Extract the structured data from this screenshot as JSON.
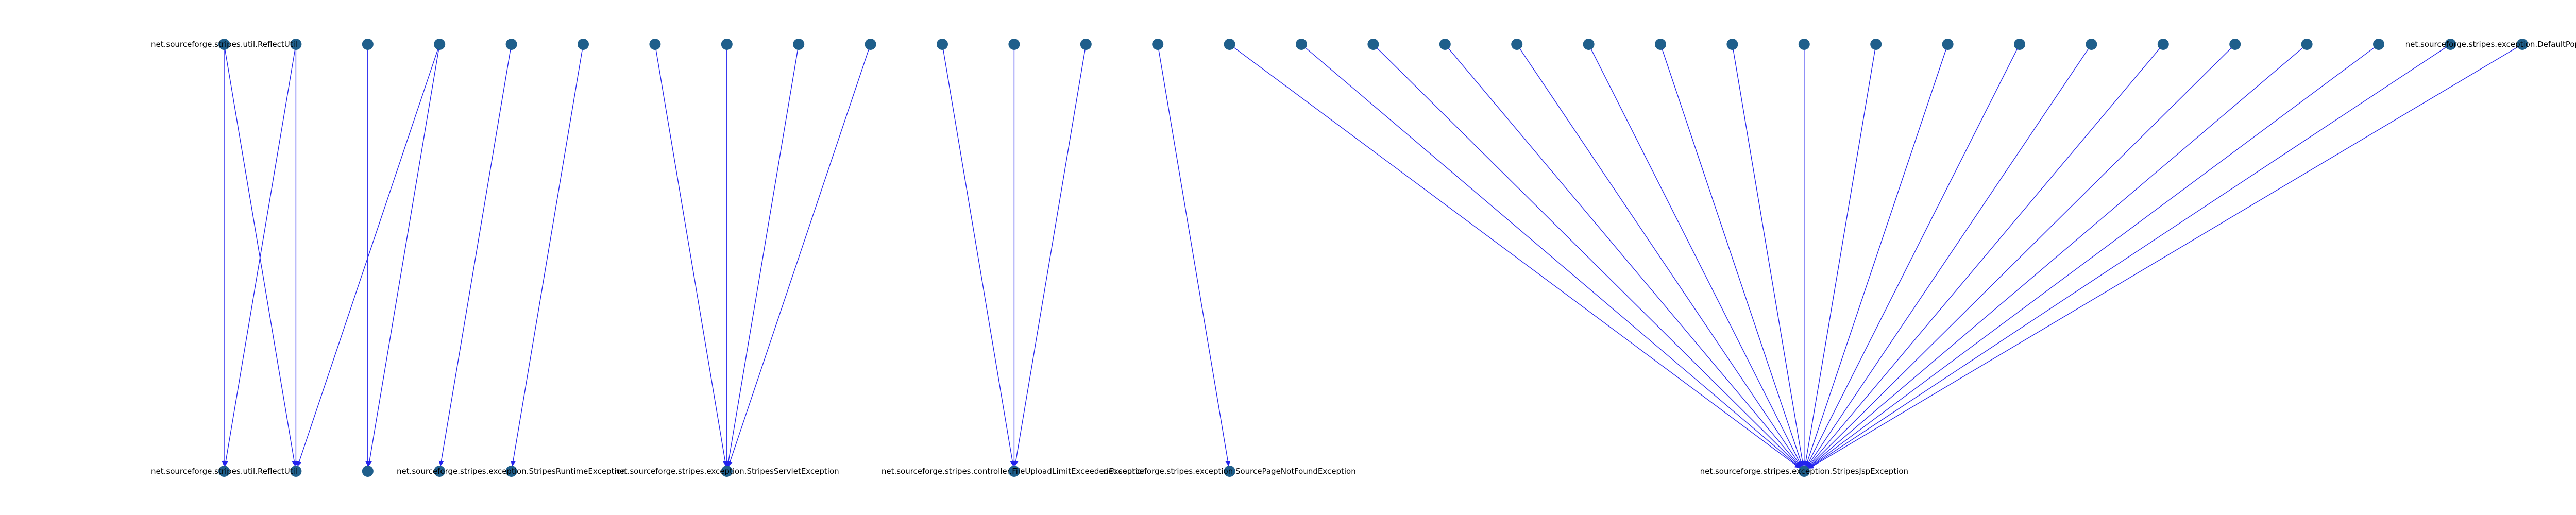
{
  "chart_data": {
    "type": "network",
    "directed": true,
    "colors": {
      "node": "#1f5f8b",
      "edge": "#2222ee",
      "label": "#000000"
    },
    "labels_visible": [
      "net.sourceforge.stripes.util.ReflectUtil",
      "net.sourceforge.stripes.exception.DefaultPopulationStrategy",
      "net.sourceforge.stripes.exception.StripesRuntimeException",
      "net.sourceforge.stripes.exception.StripesServletException",
      "net.sourceforge.stripes.controller.FileUploadLimitExceededException",
      "net.sourceforge.stripes.exception.SourcePageNotFoundException",
      "net.sourceforge.stripes.exception.StripesJspException"
    ],
    "nodes": [
      {
        "id": "s1",
        "layer": 0,
        "slot": 0
      },
      {
        "id": "s2",
        "layer": 0,
        "slot": 1
      },
      {
        "id": "s3",
        "layer": 0,
        "slot": 2
      },
      {
        "id": "s4",
        "layer": 0,
        "slot": 3
      },
      {
        "id": "s5",
        "layer": 0,
        "slot": 4
      },
      {
        "id": "s6",
        "layer": 0,
        "slot": 5
      },
      {
        "id": "s7",
        "layer": 0,
        "slot": 6
      },
      {
        "id": "s8",
        "layer": 0,
        "slot": 7
      },
      {
        "id": "s9",
        "layer": 0,
        "slot": 8
      },
      {
        "id": "s10",
        "layer": 0,
        "slot": 9
      },
      {
        "id": "s11",
        "layer": 0,
        "slot": 10
      },
      {
        "id": "s12",
        "layer": 0,
        "slot": 11
      },
      {
        "id": "s13",
        "layer": 0,
        "slot": 12
      },
      {
        "id": "s14",
        "layer": 0,
        "slot": 13
      },
      {
        "id": "s15",
        "layer": 0,
        "slot": 14
      },
      {
        "id": "s16",
        "layer": 0,
        "slot": 15
      },
      {
        "id": "s17",
        "layer": 0,
        "slot": 16
      },
      {
        "id": "s18",
        "layer": 0,
        "slot": 17
      },
      {
        "id": "s19",
        "layer": 0,
        "slot": 18
      },
      {
        "id": "s20",
        "layer": 0,
        "slot": 19
      },
      {
        "id": "s21",
        "layer": 0,
        "slot": 20
      },
      {
        "id": "s22",
        "layer": 0,
        "slot": 21
      },
      {
        "id": "s23",
        "layer": 0,
        "slot": 22
      },
      {
        "id": "s24",
        "layer": 0,
        "slot": 23
      },
      {
        "id": "s25",
        "layer": 0,
        "slot": 24
      },
      {
        "id": "s26",
        "layer": 0,
        "slot": 25
      },
      {
        "id": "s27",
        "layer": 0,
        "slot": 26
      },
      {
        "id": "s28",
        "layer": 0,
        "slot": 27
      },
      {
        "id": "s29",
        "layer": 0,
        "slot": 28
      },
      {
        "id": "s30",
        "layer": 0,
        "slot": 29
      },
      {
        "id": "s31",
        "layer": 0,
        "slot": 30
      },
      {
        "id": "s32",
        "layer": 0,
        "slot": 31
      },
      {
        "id": "s33",
        "layer": 0,
        "slot": 32
      },
      {
        "id": "t1",
        "layer": 1,
        "slot": 0
      },
      {
        "id": "t2",
        "layer": 1,
        "slot": 1
      },
      {
        "id": "t3",
        "layer": 1,
        "slot": 2
      },
      {
        "id": "t4",
        "layer": 1,
        "slot": 3
      },
      {
        "id": "t5",
        "layer": 1,
        "slot": 4
      },
      {
        "id": "t6",
        "layer": 1,
        "slot": 7
      },
      {
        "id": "t7",
        "layer": 1,
        "slot": 11
      },
      {
        "id": "t8",
        "layer": 1,
        "slot": 14
      },
      {
        "id": "t9",
        "layer": 1,
        "slot": 22
      }
    ],
    "edges": [
      [
        "s1",
        "t1"
      ],
      [
        "s1",
        "t2"
      ],
      [
        "s2",
        "t1"
      ],
      [
        "s2",
        "t2"
      ],
      [
        "s3",
        "t3"
      ],
      [
        "s4",
        "t2"
      ],
      [
        "s4",
        "t3"
      ],
      [
        "s5",
        "t4"
      ],
      [
        "s6",
        "t5"
      ],
      [
        "s7",
        "t6"
      ],
      [
        "s8",
        "t6"
      ],
      [
        "s9",
        "t6"
      ],
      [
        "s10",
        "t6"
      ],
      [
        "s11",
        "t7"
      ],
      [
        "s12",
        "t7"
      ],
      [
        "s13",
        "t7"
      ],
      [
        "s14",
        "t8"
      ],
      [
        "s15",
        "t9"
      ],
      [
        "s16",
        "t9"
      ],
      [
        "s17",
        "t9"
      ],
      [
        "s18",
        "t9"
      ],
      [
        "s19",
        "t9"
      ],
      [
        "s20",
        "t9"
      ],
      [
        "s21",
        "t9"
      ],
      [
        "s22",
        "t9"
      ],
      [
        "s23",
        "t9"
      ],
      [
        "s24",
        "t9"
      ],
      [
        "s25",
        "t9"
      ],
      [
        "s26",
        "t9"
      ],
      [
        "s27",
        "t9"
      ],
      [
        "s28",
        "t9"
      ],
      [
        "s29",
        "t9"
      ],
      [
        "s30",
        "t9"
      ],
      [
        "s31",
        "t9"
      ],
      [
        "s32",
        "t9"
      ],
      [
        "s33",
        "t9"
      ]
    ],
    "node_labels": {
      "s1": "net.sourceforge.stripes.util.ReflectUtil",
      "s33": "net.sourceforge.stripes.exception.DefaultPopulationStrategy",
      "t1": "net.sourceforge.stripes.util.ReflectUtil",
      "t5": "net.sourceforge.stripes.exception.StripesRuntimeException",
      "t6": "net.sourceforge.stripes.exception.StripesServletException",
      "t7": "net.sourceforge.stripes.controller.FileUploadLimitExceededException",
      "t8": "net.sourceforge.stripes.exception.SourcePageNotFoundException",
      "t9": "net.sourceforge.stripes.exception.StripesJspException"
    }
  }
}
